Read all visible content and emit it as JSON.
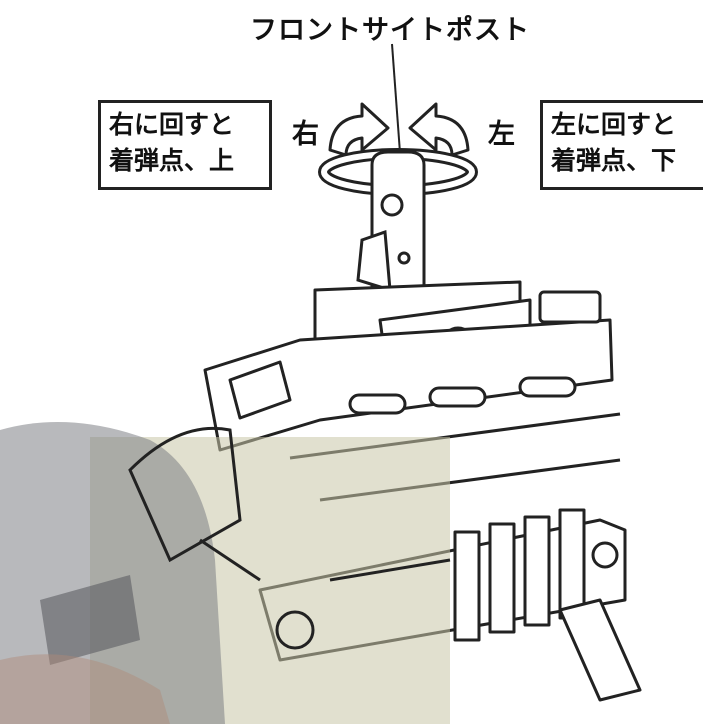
{
  "labels": {
    "front_sight_post": "フロントサイトポスト",
    "right_box_line1": "右に回すと",
    "right_box_line2": "着弾点、上",
    "left_box_line1": "左に回すと",
    "left_box_line2": "着弾点、下",
    "dir_right": "右",
    "dir_left": "左"
  },
  "colors": {
    "line": "#222222",
    "overlay_tint": "#c9c7a8",
    "photo_gray": "#7d7f85"
  }
}
